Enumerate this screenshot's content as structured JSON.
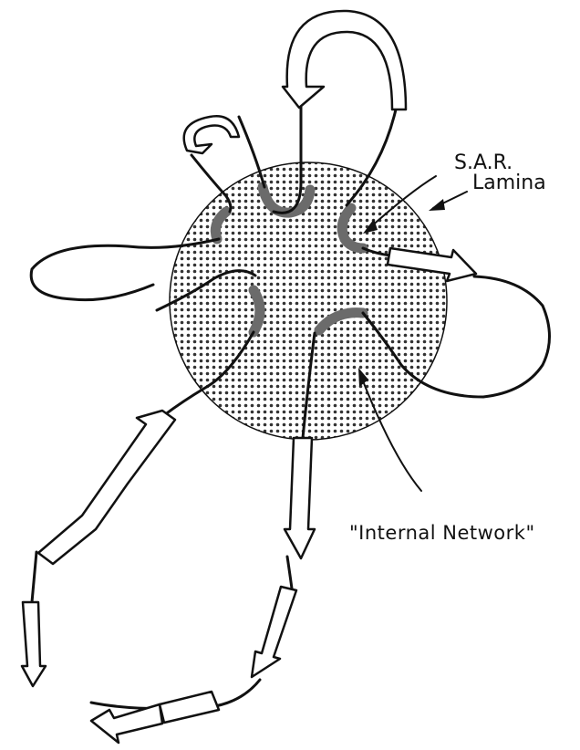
{
  "labels": {
    "sar": "S.A.R.",
    "lamina": "Lamina",
    "internal_network": "\"Internal Network\""
  },
  "colors": {
    "ink": "#111111",
    "stipple": "#333333",
    "sar_shading": "#6b6b6b",
    "background": "#ffffff"
  }
}
